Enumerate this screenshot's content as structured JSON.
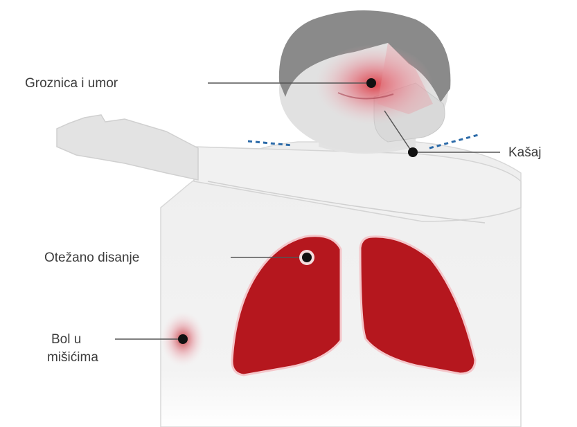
{
  "labels": {
    "fever": "Groznica i umor",
    "cough": "Kašaj",
    "breathing": "Otežano disanje",
    "muscle_line1": "Bol u",
    "muscle_line2": "mišićima"
  },
  "colors": {
    "lung": "#b5171e",
    "hair": "#8a8a8a",
    "skin": "#dedede",
    "body": "#f0f0f0",
    "hotspot": "#d9262e",
    "dot": "#111111",
    "leader": "#555555",
    "cough_dash": "#2b6aa8"
  }
}
